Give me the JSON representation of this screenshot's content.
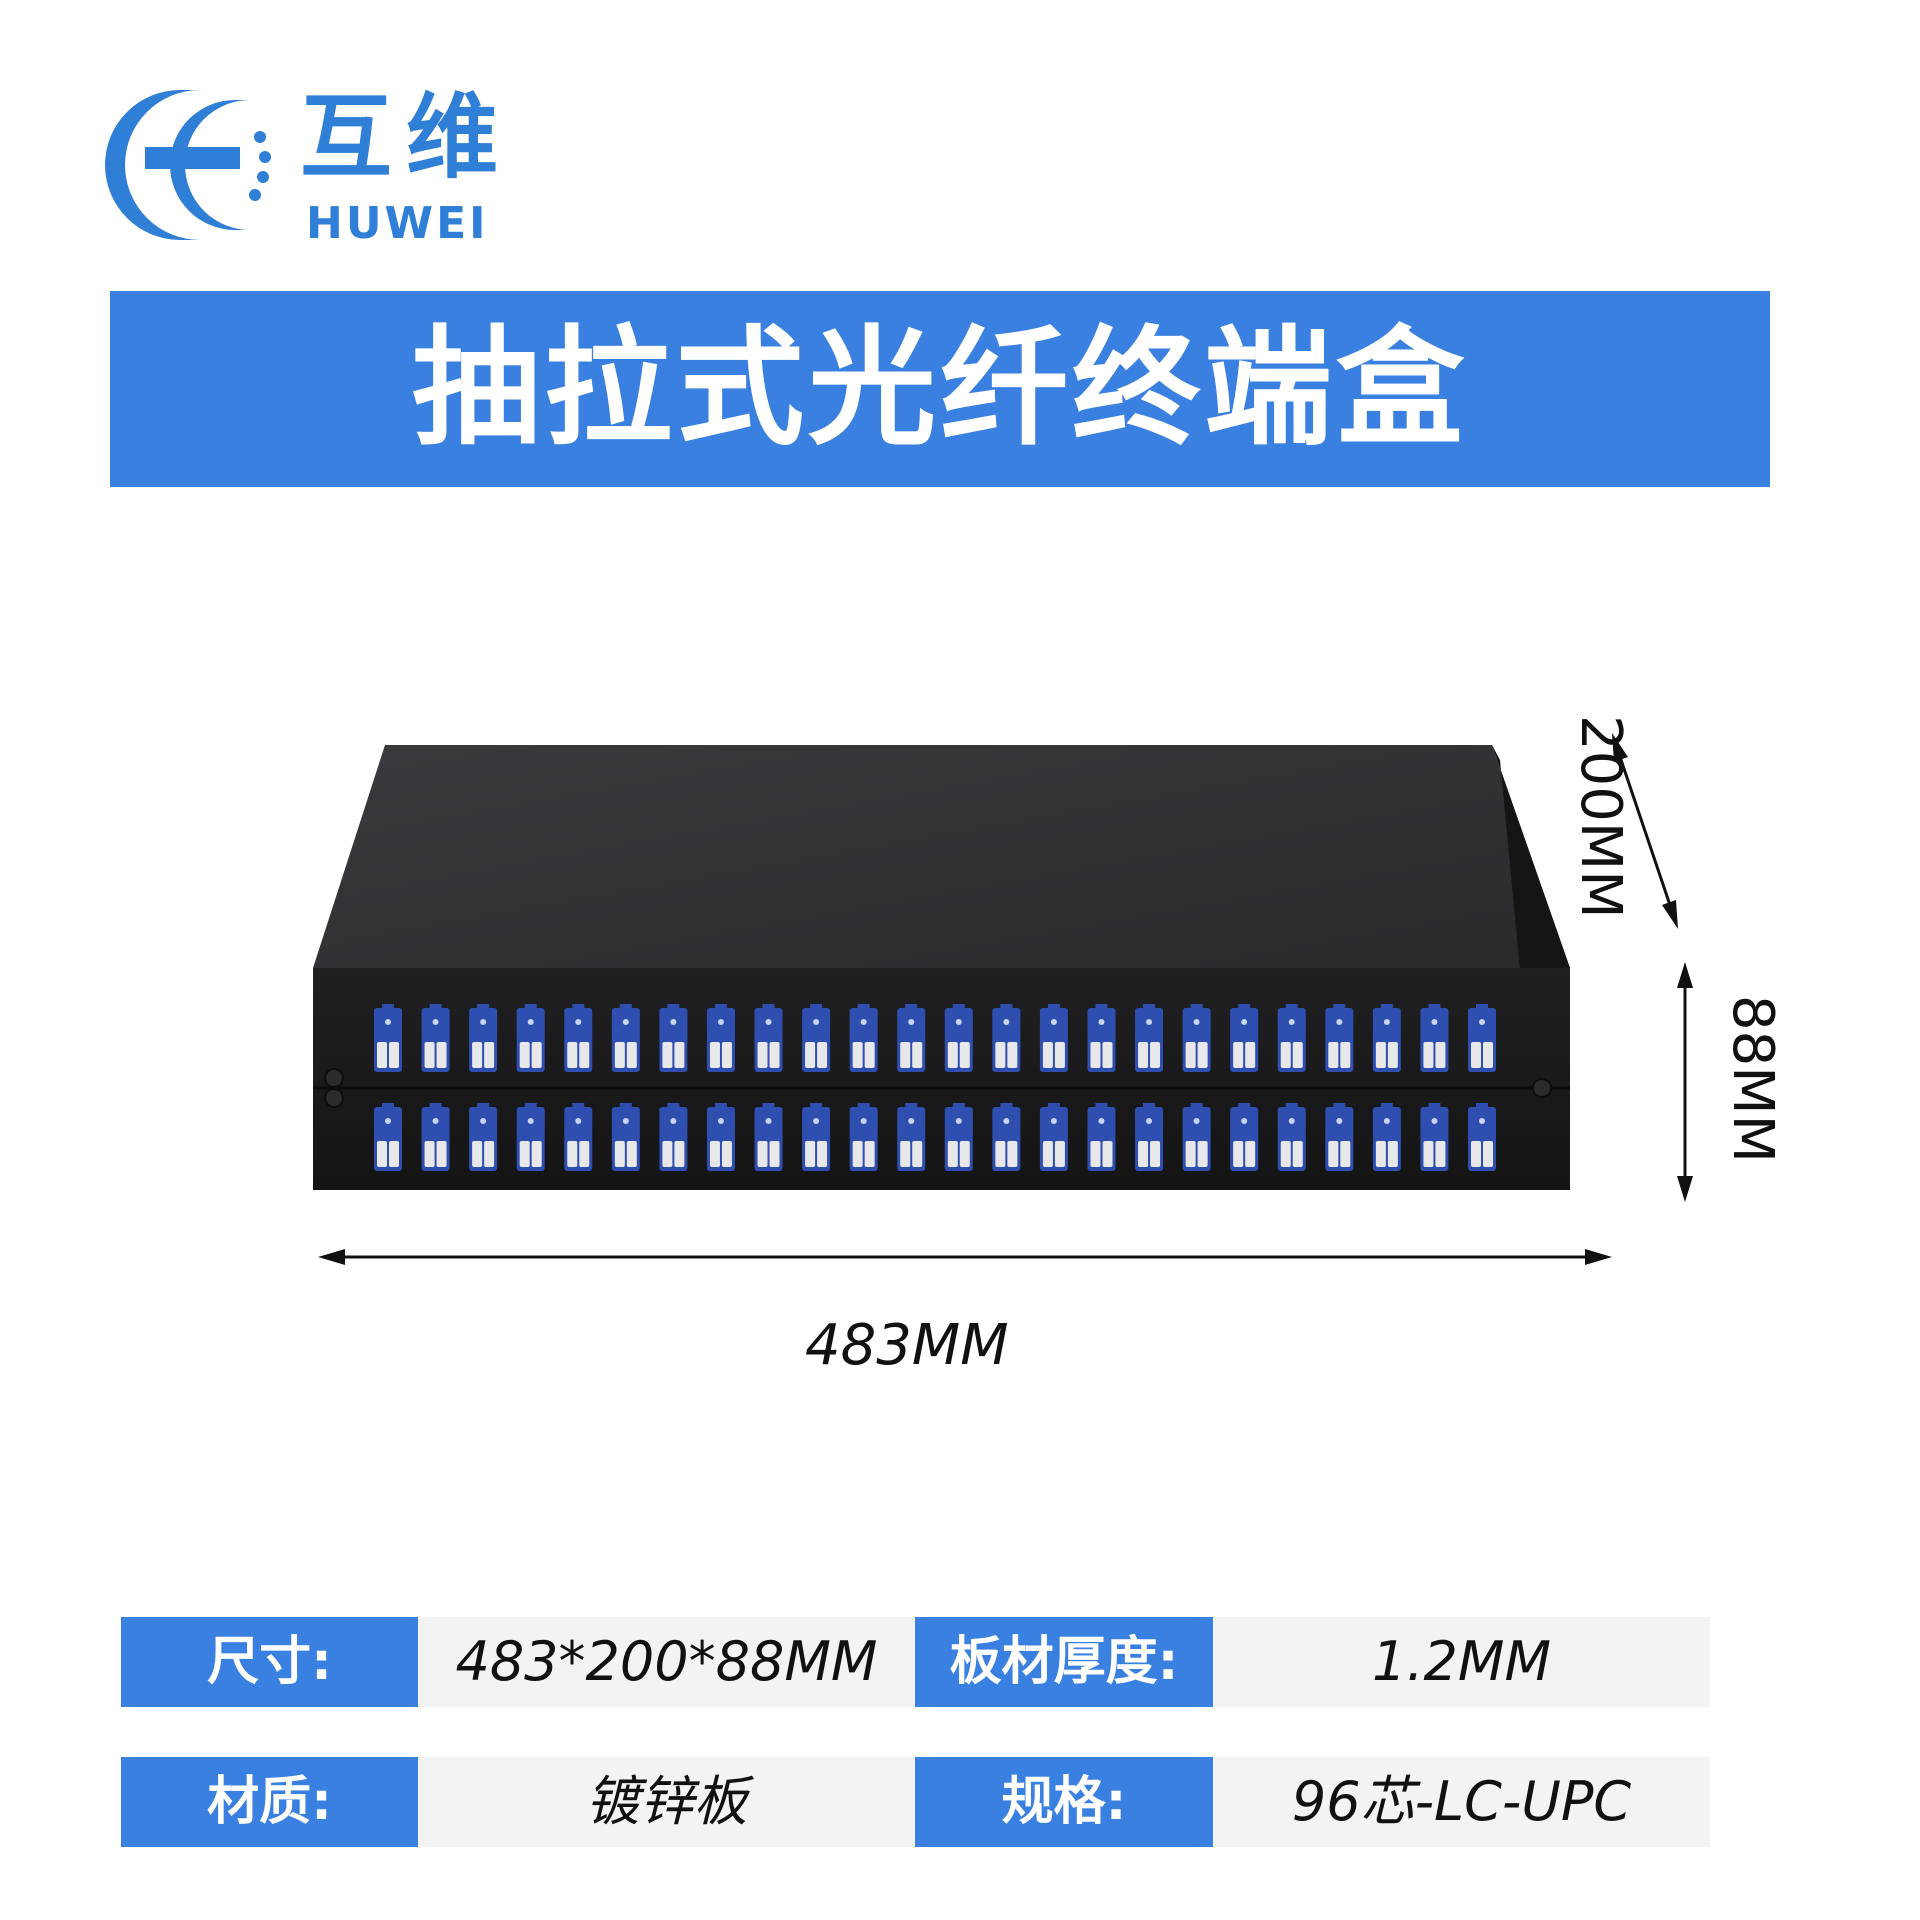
{
  "brand": {
    "name_cn": "互维",
    "name_en": "HUWEI",
    "logo_icon": "huwei-hc-logo",
    "color": "#2f7fd6"
  },
  "title": "抽拉式光纤终端盒",
  "accent_color": "#3a80e0",
  "dimensions": {
    "width": "483MM",
    "depth": "200MM",
    "height": "88MM"
  },
  "product": {
    "rows": 2,
    "ports_per_row": 24,
    "adapter_color": "#2f4fb0",
    "body_color": "#1b1b1d"
  },
  "specs": [
    {
      "label": "尺寸:",
      "value": "483*200*88MM",
      "label2": "板材厚度:",
      "value2": "1.2MM"
    },
    {
      "label": "材质:",
      "value": "镀锌板",
      "label2": "规格:",
      "value2": "96芯-LC-UPC"
    }
  ]
}
